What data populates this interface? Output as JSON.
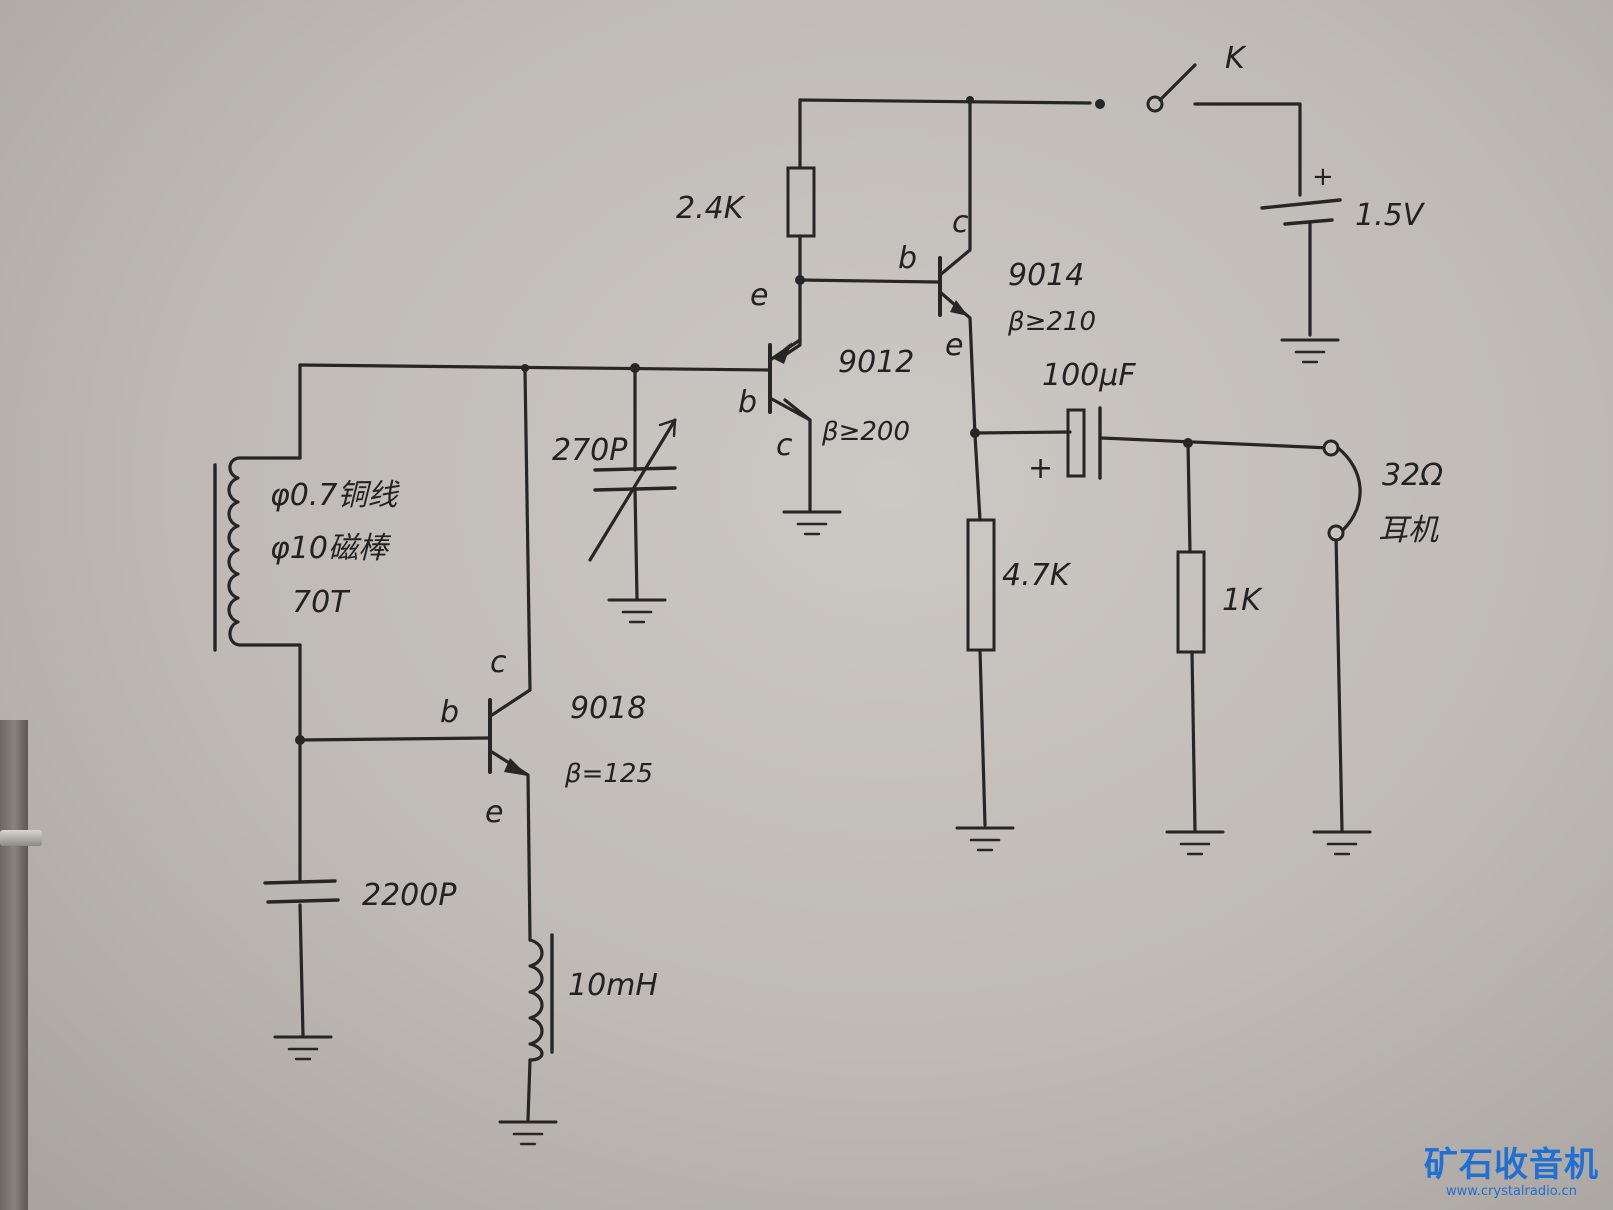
{
  "labels": {
    "switch": "K",
    "battery": "1.5V",
    "battery_plus": "+",
    "r1": "2.4K",
    "r2": "4.7K",
    "r3": "1K",
    "q1_model": "9012",
    "q1_beta": "β≥200",
    "q2_model": "9014",
    "q2_beta": "β≥210",
    "q3_model": "9018",
    "q3_beta": "β=125",
    "cap_cout": "100μF",
    "cap_cout_plus": "+",
    "cap_var": "270P",
    "cap_2200": "2200P",
    "coil_wire": "φ0.7铜线",
    "coil_rod": "φ10磁棒",
    "coil_turns": "70T",
    "inductor": "10mH",
    "earphone_ohm": "32Ω",
    "earphone": "耳机",
    "pin_b": "b",
    "pin_c": "c",
    "pin_e": "e"
  },
  "watermark": {
    "name": "矿石收音机",
    "url": "www.crystalradio.cn"
  },
  "colors": {
    "ink": "#262626",
    "paper": "#c8c4c0",
    "watermark": "#1f6fd4"
  }
}
